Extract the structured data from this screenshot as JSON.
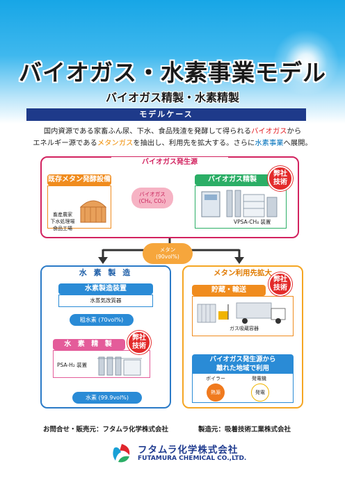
{
  "header": {
    "title": "バイオガス・水素事業モデル",
    "subtitle": "バイオガス精製・水素精製",
    "band": "モデルケース"
  },
  "intro": {
    "line1_a": "国内資源である家畜ふん尿、下水、食品残渣を発酵して得られる",
    "line1_b": "バイオガス",
    "line1_c": "から",
    "line2_a": "エネルギー源である",
    "line2_b": "メタンガス",
    "line2_c": "を抽出し、利用先を拡大する。さらに",
    "line2_d": "水素事業",
    "line2_e": "へ展開。"
  },
  "source": {
    "header": "バイオガス発生源",
    "existing_title": "既存メタン発酵設備",
    "sources": [
      "畜産農家",
      "下水処理場",
      "食品工場"
    ],
    "cloud_line1": "バイオガス",
    "cloud_line2": "(CH₄, CO₂)",
    "refine_title": "バイオガス精製",
    "vpsa_label": "VPSA-CH₄ 装置",
    "badge_line1": "弊社",
    "badge_line2": "技術"
  },
  "methane": {
    "line1": "メタン",
    "line2": "(90vol%)"
  },
  "hydrogen": {
    "header": "水 素 製 造",
    "device_title": "水素製造装置",
    "device_sub": "水蒸気改質器",
    "crude": "粗水素 (70vol%)",
    "refine_title": "水 素 精 製",
    "psa_label": "PSA-H₂ 装置",
    "pure": "水素 (99.9vol%)",
    "badge_line1": "弊社",
    "badge_line2": "技術"
  },
  "expansion": {
    "header": "メタン利用先拡大",
    "storage_title": "貯蔵・輸送",
    "container_label": "ガス吸蔵容器",
    "remote_line1": "バイオガス発生源から",
    "remote_line2": "離れた地域で利用",
    "boiler_label": "ボイラー",
    "generator_label": "発電機",
    "heat_label": "熱源",
    "power_label": "発電",
    "badge_line1": "弊社",
    "badge_line2": "技術"
  },
  "footer": {
    "contact": "お問合せ・販売元：フタムラ化学株式会社",
    "manufacturer": "製造元：吸着技術工業株式会社",
    "company_jp": "フタムラ化学株式会社",
    "company_en": "FUTAMURA CHEMICAL CO.,LTD."
  },
  "colors": {
    "navy": "#1e3a8a",
    "red": "#e31e24",
    "orange": "#f08c1e",
    "green": "#2bae66",
    "blue": "#2a8bd6",
    "pink": "#e45c9a"
  }
}
